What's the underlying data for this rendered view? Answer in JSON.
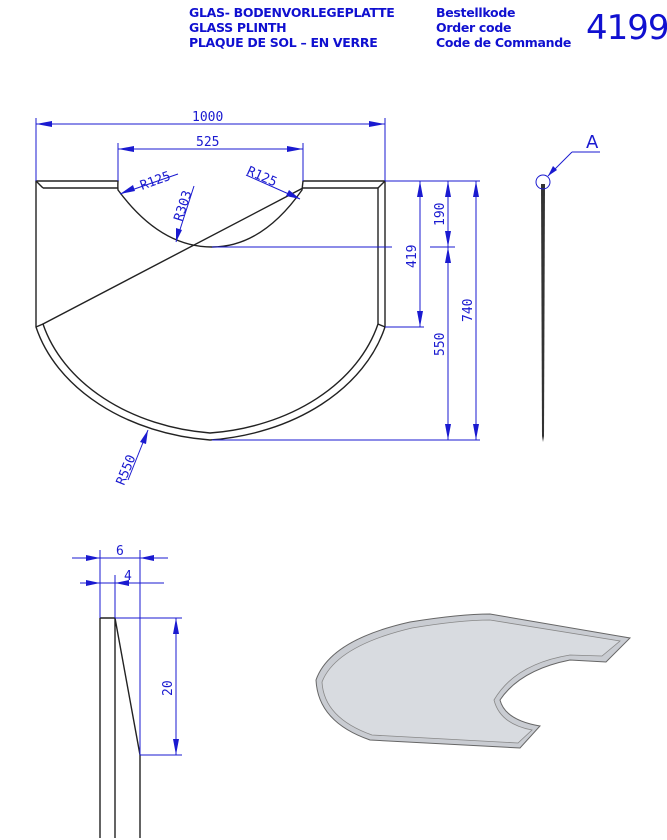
{
  "header": {
    "titles": [
      "GLAS- BODENVORLEGEPLATTE",
      "GLASS PLINTH",
      "PLAQUE DE SOL – EN VERRE"
    ],
    "code_labels": [
      "Bestellkode",
      "Order code",
      "Code de Commande"
    ],
    "order_code": "4199"
  },
  "plan_view": {
    "width": "1000",
    "cutout_width": "525",
    "radius_left": "R125",
    "radius_right": "R125",
    "radius_cutout": "R303",
    "radius_outer": "R550",
    "height_side": "419",
    "depth_cutout": "190",
    "height_from_cutout": "550",
    "total_depth": "740"
  },
  "side_view": {
    "detail_label": "A"
  },
  "detail_section": {
    "thickness": "6",
    "bevel_width": "4",
    "bevel_height": "20"
  }
}
